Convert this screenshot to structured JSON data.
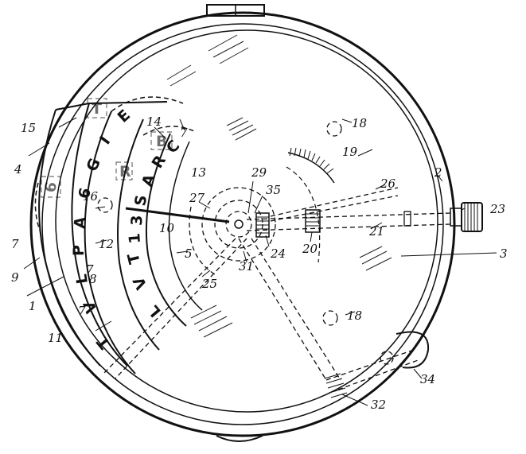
{
  "figure": {
    "outer_wheel_letters": [
      "T",
      "V",
      "L",
      "P",
      "A",
      "6",
      "G",
      "I",
      "E"
    ],
    "inner_wheel_letters": [
      "L",
      "V",
      "T",
      "1",
      "3",
      "S",
      "A",
      "R",
      "C"
    ],
    "ghost_letters": [
      "6",
      "R",
      "B",
      "T"
    ],
    "references": [
      {
        "id": "ref-2",
        "text": "2"
      },
      {
        "id": "ref-3",
        "text": "3"
      },
      {
        "id": "ref-4",
        "text": "4"
      },
      {
        "id": "ref-5",
        "text": "5"
      },
      {
        "id": "ref-7a",
        "text": "7"
      },
      {
        "id": "ref-7b",
        "text": "7"
      },
      {
        "id": "ref-7c",
        "text": "7"
      },
      {
        "id": "ref-7d",
        "text": "7"
      },
      {
        "id": "ref-8",
        "text": "8"
      },
      {
        "id": "ref-9",
        "text": "9"
      },
      {
        "id": "ref-10",
        "text": "10"
      },
      {
        "id": "ref-11",
        "text": "11"
      },
      {
        "id": "ref-12",
        "text": "12"
      },
      {
        "id": "ref-13",
        "text": "13"
      },
      {
        "id": "ref-14",
        "text": "14"
      },
      {
        "id": "ref-15",
        "text": "15"
      },
      {
        "id": "ref-16",
        "text": "16"
      },
      {
        "id": "ref-18a",
        "text": "18"
      },
      {
        "id": "ref-18b",
        "text": "18"
      },
      {
        "id": "ref-19",
        "text": "19"
      },
      {
        "id": "ref-20",
        "text": "20"
      },
      {
        "id": "ref-21",
        "text": "21"
      },
      {
        "id": "ref-23",
        "text": "23"
      },
      {
        "id": "ref-24",
        "text": "24"
      },
      {
        "id": "ref-25",
        "text": "25"
      },
      {
        "id": "ref-26",
        "text": "26"
      },
      {
        "id": "ref-27",
        "text": "27"
      },
      {
        "id": "ref-29",
        "text": "29"
      },
      {
        "id": "ref-31",
        "text": "31"
      },
      {
        "id": "ref-32",
        "text": "32"
      },
      {
        "id": "ref-34",
        "text": "34"
      },
      {
        "id": "ref-35",
        "text": "35"
      },
      {
        "id": "ref-1",
        "text": "1"
      }
    ]
  }
}
